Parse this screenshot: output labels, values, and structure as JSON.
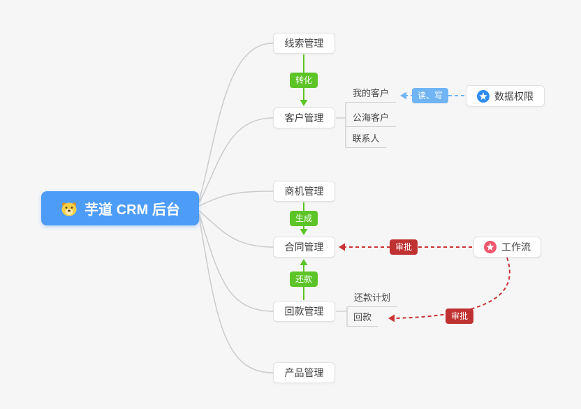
{
  "root": {
    "label": "芋道 CRM 后台"
  },
  "nodes": {
    "leads": {
      "label": "线索管理"
    },
    "customers": {
      "label": "客户管理",
      "children": [
        {
          "label": "我的客户"
        },
        {
          "label": "公海客户"
        },
        {
          "label": "联系人"
        }
      ]
    },
    "opportunities": {
      "label": "商机管理"
    },
    "contracts": {
      "label": "合同管理"
    },
    "receivables": {
      "label": "回款管理",
      "children": [
        {
          "label": "还款计划"
        },
        {
          "label": "回款"
        }
      ]
    },
    "products": {
      "label": "产品管理"
    },
    "data_permission": {
      "label": "数据权限",
      "icon": "star-icon"
    },
    "workflow": {
      "label": "工作流",
      "icon": "star-icon"
    }
  },
  "edges": {
    "convert": {
      "label": "转化",
      "from": "线索管理",
      "to": "客户管理",
      "style": "solid-green-arrow"
    },
    "generate": {
      "label": "生成",
      "from": "商机管理",
      "to": "合同管理",
      "style": "solid-green-arrow"
    },
    "repay": {
      "label": "还款",
      "from": "回款管理",
      "to": "合同管理",
      "style": "solid-green-arrow"
    },
    "read_write": {
      "label": "读、写",
      "from": "数据权限",
      "to": "我的客户",
      "style": "dashed-blue-arrow"
    },
    "approve_contract": {
      "label": "审批",
      "from": "工作流",
      "to": "合同管理",
      "style": "dashed-red-arrow"
    },
    "approve_receivable": {
      "label": "审批",
      "from": "工作流",
      "to": "回款",
      "style": "dashed-red-arrow"
    }
  },
  "colors": {
    "canvas_bg": "#F6F6F6",
    "root_bg": "#4C9CF8",
    "green": "#5CC426",
    "blue": "#70B4F4",
    "red_badge": "#C03132",
    "red_line": "#CB3233",
    "gray_line": "#CBCBCB",
    "node_border": "#E2E2E2",
    "data_permission_icon": "#2D8CF0",
    "workflow_icon": "#F0566B"
  }
}
